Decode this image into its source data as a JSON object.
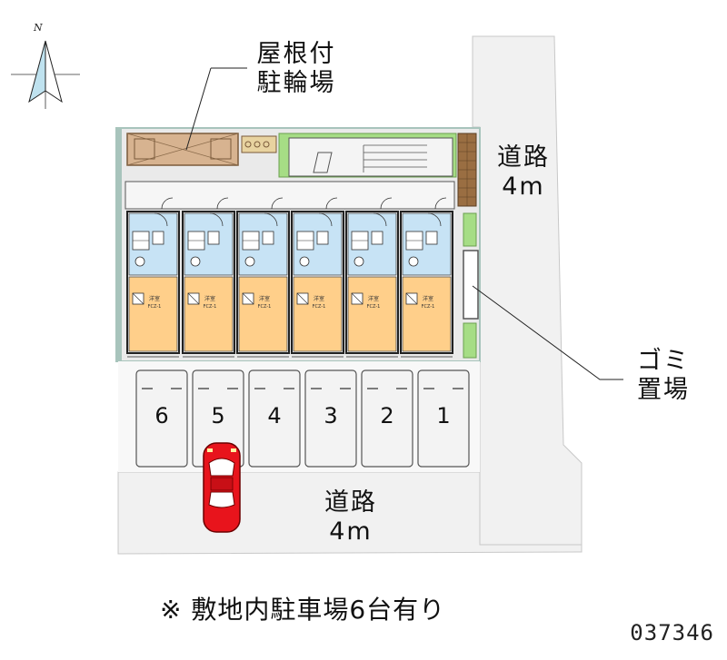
{
  "compass": {
    "north_label": "N",
    "icon": "compass-icon"
  },
  "labels": {
    "bike_parking": [
      "屋根付",
      "駐輪場"
    ],
    "road_east": [
      "道路",
      "4m"
    ],
    "road_south": [
      "道路",
      "4m"
    ],
    "garbage": [
      "ゴミ",
      "置場"
    ]
  },
  "parking_spaces": [
    "6",
    "5",
    "4",
    "3",
    "2",
    "1"
  ],
  "units": {
    "count": 6,
    "room_label": "洋室",
    "room_size": "FCZ-1"
  },
  "car": {
    "icon": "red-car-icon",
    "color": "#e8141c"
  },
  "note": "※ 敷地内駐車場6台有り",
  "code": "037346",
  "colors": {
    "road": "#f1f1f1",
    "building_bg": "#e6e6e6",
    "unit_blue": "#c7e3f5",
    "unit_orange": "#ffcf8a",
    "green": "#9fdc7d",
    "site_border": "#a8c4bc",
    "parking": "#f2f2f2"
  }
}
